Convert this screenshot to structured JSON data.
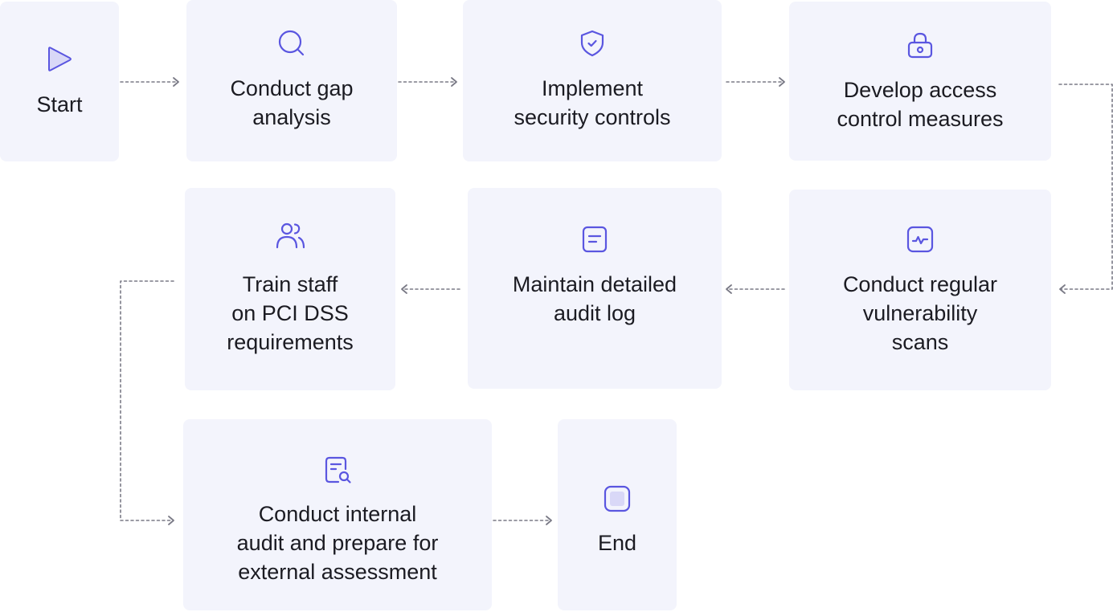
{
  "colors": {
    "node_bg": "#f3f4fc",
    "icon_stroke": "#5a56e0",
    "connector": "#7a7a86",
    "text": "#1b1b22"
  },
  "nodes": {
    "start": {
      "label": "Start",
      "icon": "play-icon"
    },
    "gap": {
      "label": "Conduct gap\nanalysis",
      "icon": "search-icon"
    },
    "implement": {
      "label": "Implement\nsecurity controls",
      "icon": "shield-check-icon"
    },
    "access": {
      "label": "Develop access\ncontrol measures",
      "icon": "lock-icon"
    },
    "train": {
      "label": "Train staff\non PCI DSS\nrequirements",
      "icon": "users-icon"
    },
    "audit_log": {
      "label": "Maintain detailed\naudit log",
      "icon": "document-icon"
    },
    "scans": {
      "label": "Conduct regular\nvulnerability\nscans",
      "icon": "activity-monitor-icon"
    },
    "internal_audit": {
      "label": "Conduct internal\naudit and prepare for\nexternal assessment",
      "icon": "document-search-icon"
    },
    "end": {
      "label": "End",
      "icon": "stop-icon"
    }
  }
}
